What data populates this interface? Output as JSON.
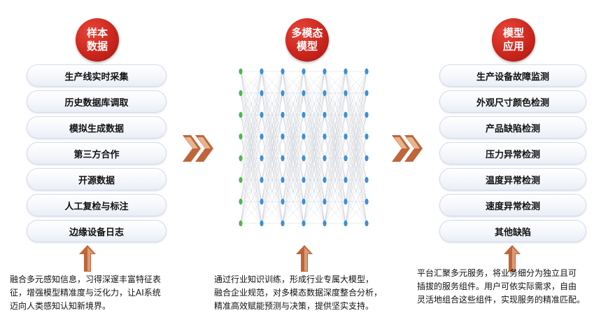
{
  "columns": [
    {
      "header": [
        "样本",
        "数据"
      ],
      "items": [
        "生产线实时采集",
        "历史数据库调取",
        "模拟生成数据",
        "第三方合作",
        "开源数据",
        "人工复检与标注",
        "边缘设备日志"
      ],
      "description": [
        "融合多元感知信息，习得深邃丰富特征表",
        "征，增强模型精准度与泛化力，让AI系统",
        "迈向人类感知认知新境界。"
      ]
    },
    {
      "header": [
        "多模态",
        "模型"
      ],
      "description": [
        "通过行业知识训练，形成行业专属大模型，",
        "融合企业规范，对多模态数据深度整合分析，",
        "精准高效赋能预测与决策，提供坚实支持。"
      ]
    },
    {
      "header": [
        "模型",
        "应用"
      ],
      "items": [
        "生产设备故障监测",
        "外观尺寸颜色检测",
        "产品缺陷检测",
        "压力异常检测",
        "温度异常检测",
        "速度异常检测",
        "其他缺陷"
      ],
      "description": [
        "平台汇聚多元服务，将业务细分为独立且可",
        "插拔的服务组件。用户可依实际需求，自由",
        "灵活地组合这些组件，实现服务的精准匹配。"
      ]
    }
  ],
  "colors": {
    "header_red": "#c8241b",
    "arrow_orange": "#c0643a",
    "arrow_light": "#e7b48e",
    "node_blue": "#3f8fd6",
    "node_green": "#4cb84c"
  },
  "icons": [
    "double-chevron-right-icon",
    "up-arrow-icon"
  ]
}
